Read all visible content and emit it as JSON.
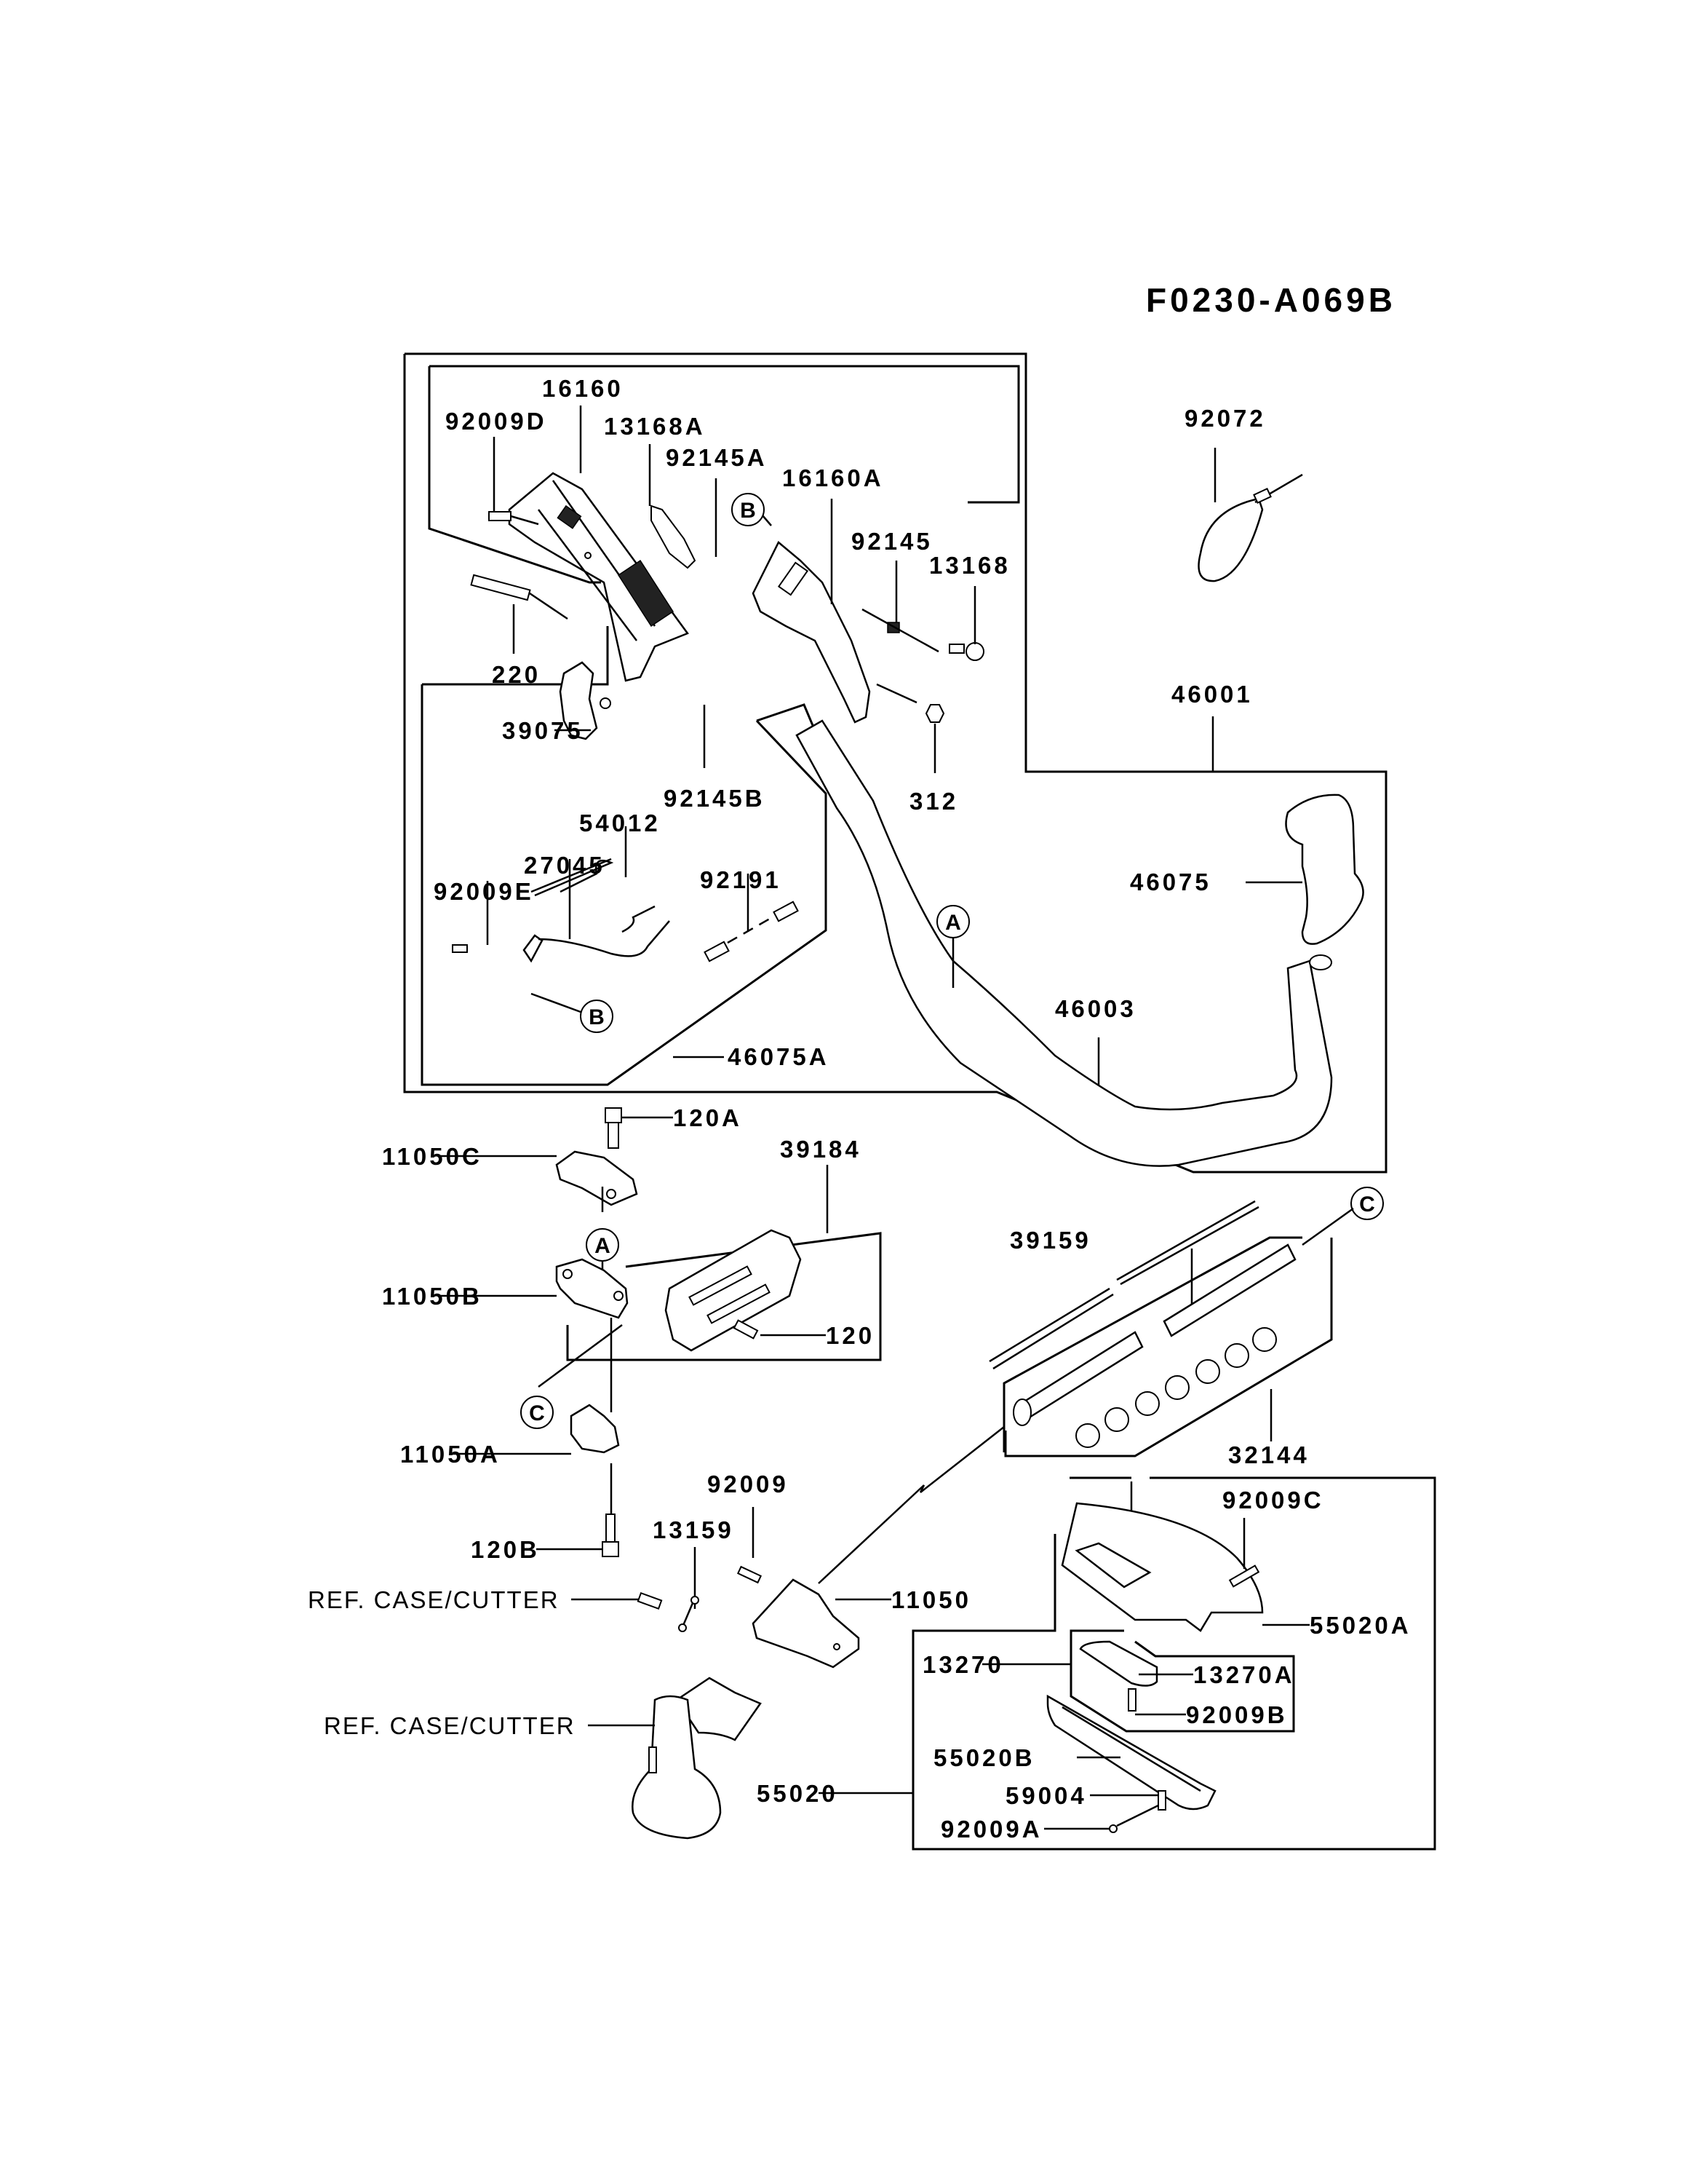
{
  "diagram": {
    "code": "F0230-A069B",
    "callouts": {
      "A": "A",
      "B": "B",
      "C": "C"
    },
    "parts": {
      "p16160": "16160",
      "p92009D": "92009D",
      "p13168A": "13168A",
      "p92145A": "92145A",
      "p16160A": "16160A",
      "p92145": "92145",
      "p13168": "13168",
      "p220": "220",
      "p39075": "39075",
      "p92145B": "92145B",
      "p312": "312",
      "p54012": "54012",
      "p27045": "27045",
      "p92009E": "92009E",
      "p92191": "92191",
      "p46075A": "46075A",
      "p92072": "92072",
      "p46001": "46001",
      "p46075": "46075",
      "p46003": "46003",
      "p120A": "120A",
      "p11050C": "11050C",
      "p39184": "39184",
      "p11050B": "11050B",
      "p120": "120",
      "p11050A": "11050A",
      "p120B": "120B",
      "p92009": "92009",
      "p13159": "13159",
      "p11050": "11050",
      "ref_case_cutter_1": "REF. CASE/CUTTER",
      "ref_case_cutter_2": "REF. CASE/CUTTER",
      "p39159": "39159",
      "p32144": "32144",
      "p92009C": "92009C",
      "p55020A": "55020A",
      "p13270": "13270",
      "p13270A": "13270A",
      "p92009B": "92009B",
      "p55020B": "55020B",
      "p55020": "55020",
      "p59004": "59004",
      "p92009A": "92009A"
    }
  }
}
